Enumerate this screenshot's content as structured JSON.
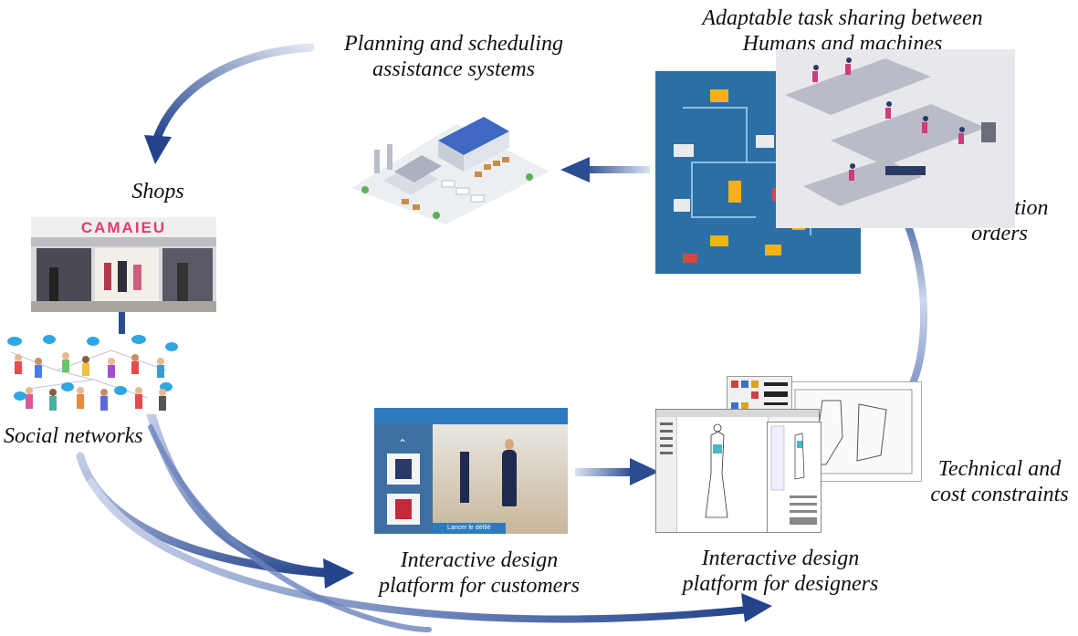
{
  "labels": {
    "planning": [
      "Planning and scheduling",
      "assistance systems"
    ],
    "task_sharing": [
      "Adaptable task sharing between",
      "Humans and machines"
    ],
    "shops": "Shops",
    "production": [
      "Production",
      "orders"
    ],
    "social": "Social networks",
    "technical": [
      "Technical and",
      "cost constraints"
    ],
    "idp_customers": [
      "Interactive design",
      "platform for customers"
    ],
    "idp_designers": [
      "Interactive design",
      "platform for designers"
    ]
  },
  "shop_sign": "CAMAIEU",
  "customer_ui": {
    "launch_label": "Lancer le défilé"
  },
  "colors": {
    "arrow_dark": "#2c4a8c",
    "arrow_light": "#c9d3ea",
    "factory_bg": "#2b6fa6",
    "factory_panel": "#e8e8ec",
    "shop_sign": "#e83a6b"
  }
}
